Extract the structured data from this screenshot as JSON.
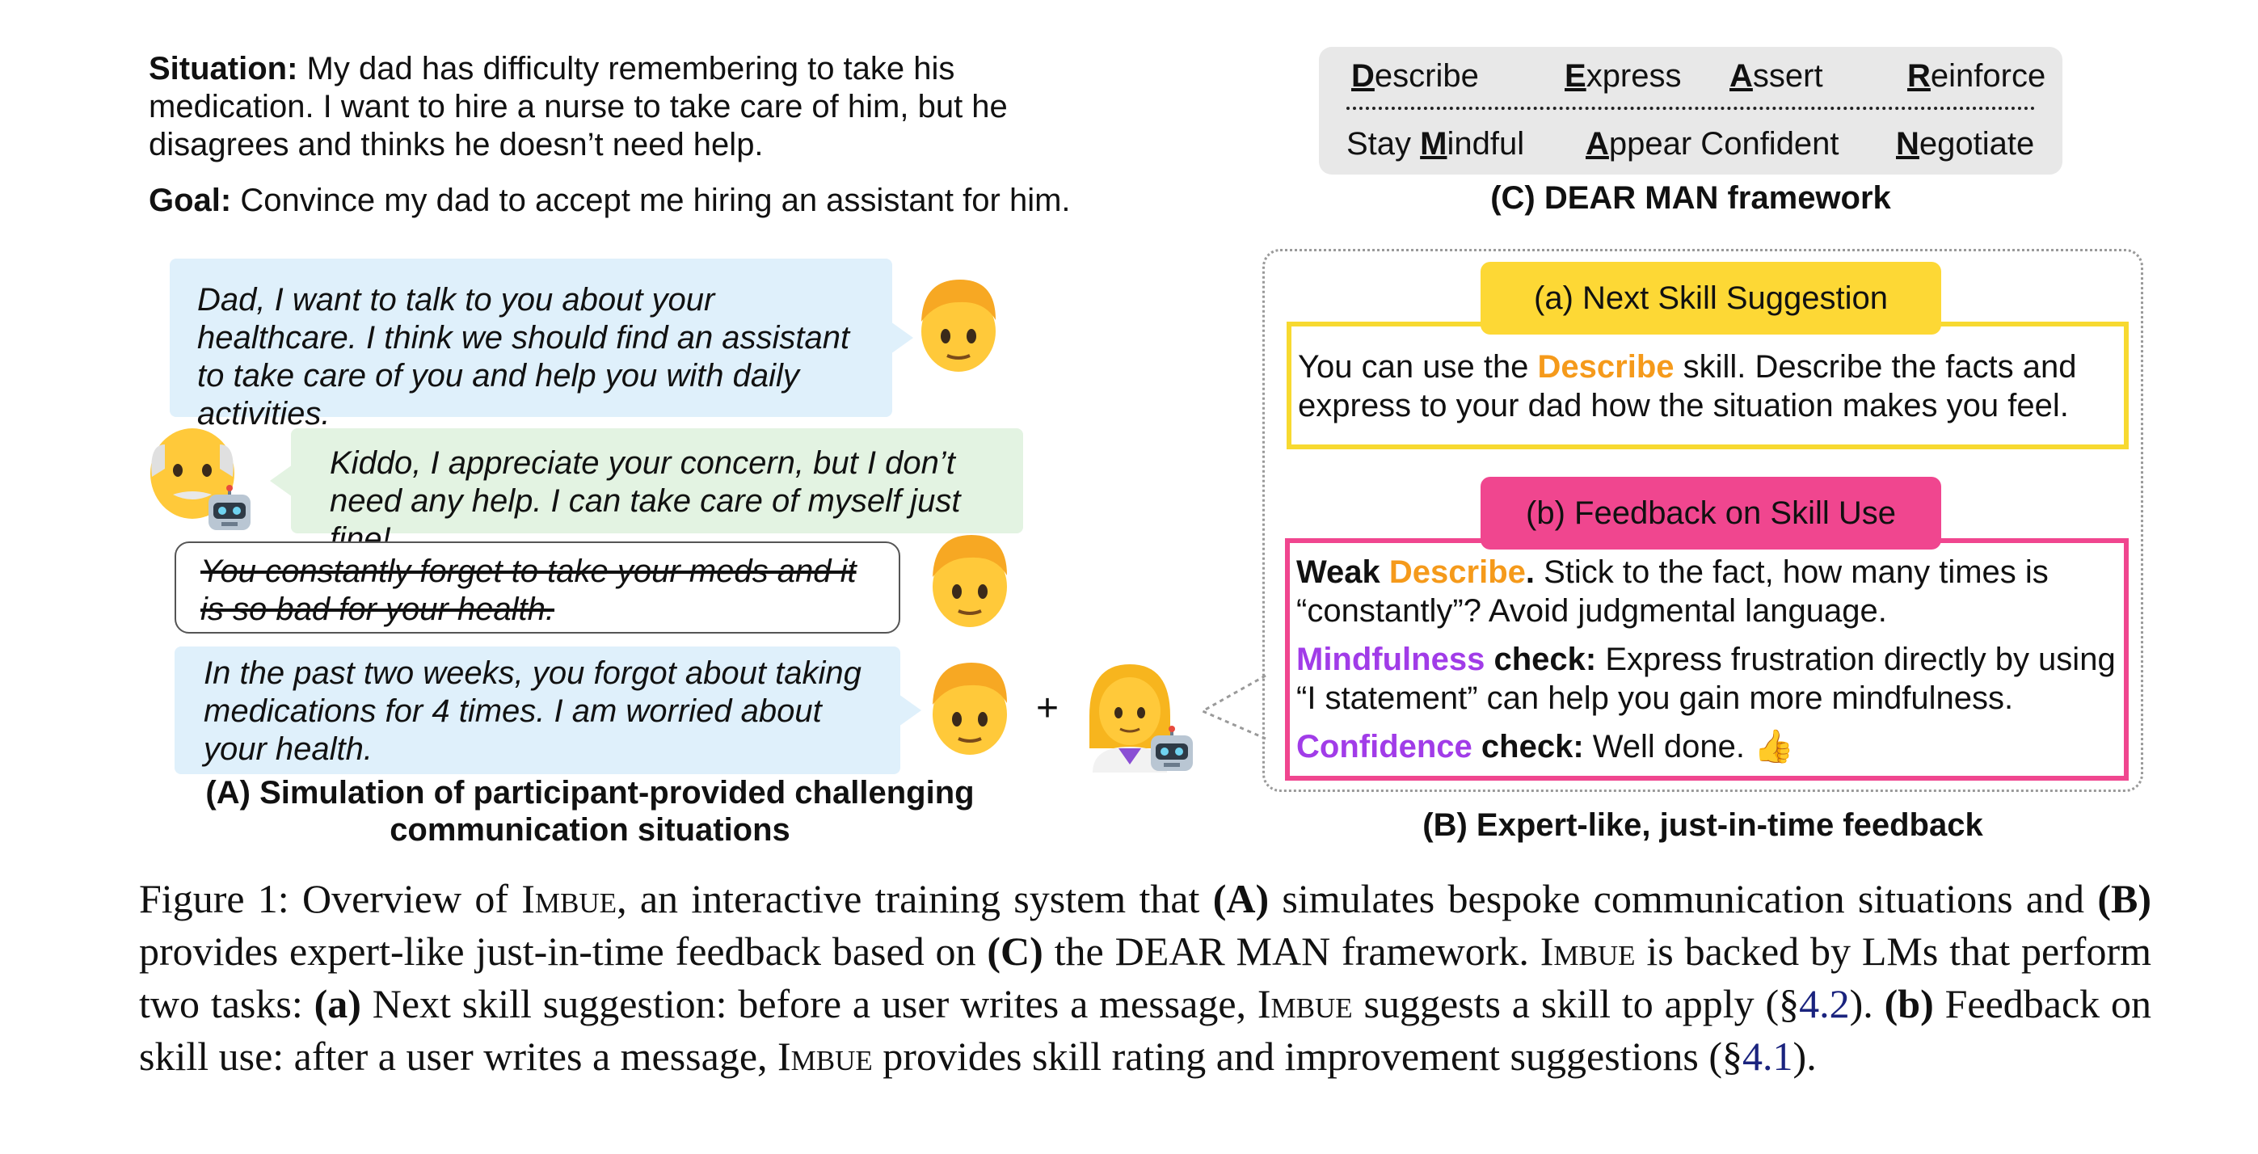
{
  "situation": {
    "label": "Situation:",
    "text": "My dad has difficulty remembering to take his medication. I want to hire a nurse to take care of him, but he disagrees and thinks he doesn’t need help."
  },
  "goal": {
    "label": "Goal:",
    "text": "Convince my dad to accept me hiring an assistant for him."
  },
  "chat": {
    "msg1": "Dad, I want to talk to you about your healthcare. I think we should find an assistant to take care of you and help you with daily activities.",
    "msg2": "Kiddo, I appreciate your concern, but I don’t need any help. I can take care of myself just fine!",
    "msg3": "You constantly forget to take your meds and it is so bad for your health.",
    "msg4": "In the past two weeks, you forgot about taking medications for 4 times. I am worried about your health.",
    "plus": "+"
  },
  "caption_a": {
    "line1": "(A) Simulation of participant-provided challenging",
    "line2": "communication situations"
  },
  "dear_man": {
    "row1": [
      {
        "first": "D",
        "rest": "escribe"
      },
      {
        "first": "E",
        "rest": "xpress"
      },
      {
        "first": "A",
        "rest": "ssert"
      },
      {
        "first": "R",
        "rest": "einforce"
      }
    ],
    "row2": [
      {
        "pre": "Stay ",
        "first": "M",
        "rest": "indful"
      },
      {
        "pre": "",
        "first": "A",
        "rest": "ppear Confident"
      },
      {
        "pre": "",
        "first": "N",
        "rest": "egotiate"
      }
    ],
    "caption": "(C) DEAR MAN framework"
  },
  "feedback": {
    "next_skill_title": "(a) Next Skill Suggestion",
    "next_skill_pre": "You can use the ",
    "next_skill_skill": "Describe",
    "next_skill_post": " skill.  Describe the facts and express to your dad how the situation makes you feel.",
    "feedback_title": "(b) Feedback on Skill Use",
    "weak_label": "Weak ",
    "weak_skill": "Describe",
    "weak_dot": ".",
    "weak_text": " Stick to the fact, how many times is “constantly”? Avoid judgmental language.",
    "mind_skill": "Mindfulness",
    "mind_check": " check:",
    "mind_text": " Express frustration directly by using “I statement” can help you gain more mindfulness.",
    "conf_skill": "Confidence",
    "conf_check": " check:",
    "conf_text": " Well done. 👍",
    "caption": "(B) Expert-like, just-in-time feedback"
  },
  "figure_caption": {
    "p1": "Figure 1: Overview of ",
    "imbue": "Imbue",
    "p2": ", an interactive training system that ",
    "A": "(A)",
    "p3": " simulates bespoke communication situations and ",
    "B": "(B)",
    "p4": " provides expert-like just-in-time feedback based on ",
    "C": "(C)",
    "p5": " the DEAR MAN framework. ",
    "p6": " is backed by LMs that perform two tasks: ",
    "a": "(a)",
    "p7": " Next skill suggestion: before a user writes a message, ",
    "p8": " suggests a skill to apply (§",
    "ref1": "4.2",
    "p9": "). ",
    "b": "(b)",
    "p10": " Feedback on skill use: after a user writes a message, ",
    "p11": " provides skill rating and improvement suggestions (§",
    "ref2": "4.1",
    "p12": ")."
  },
  "icons": [
    "person-emoji",
    "old-man-emoji",
    "robot-emoji",
    "health-worker-emoji",
    "thumbs-up-emoji"
  ]
}
